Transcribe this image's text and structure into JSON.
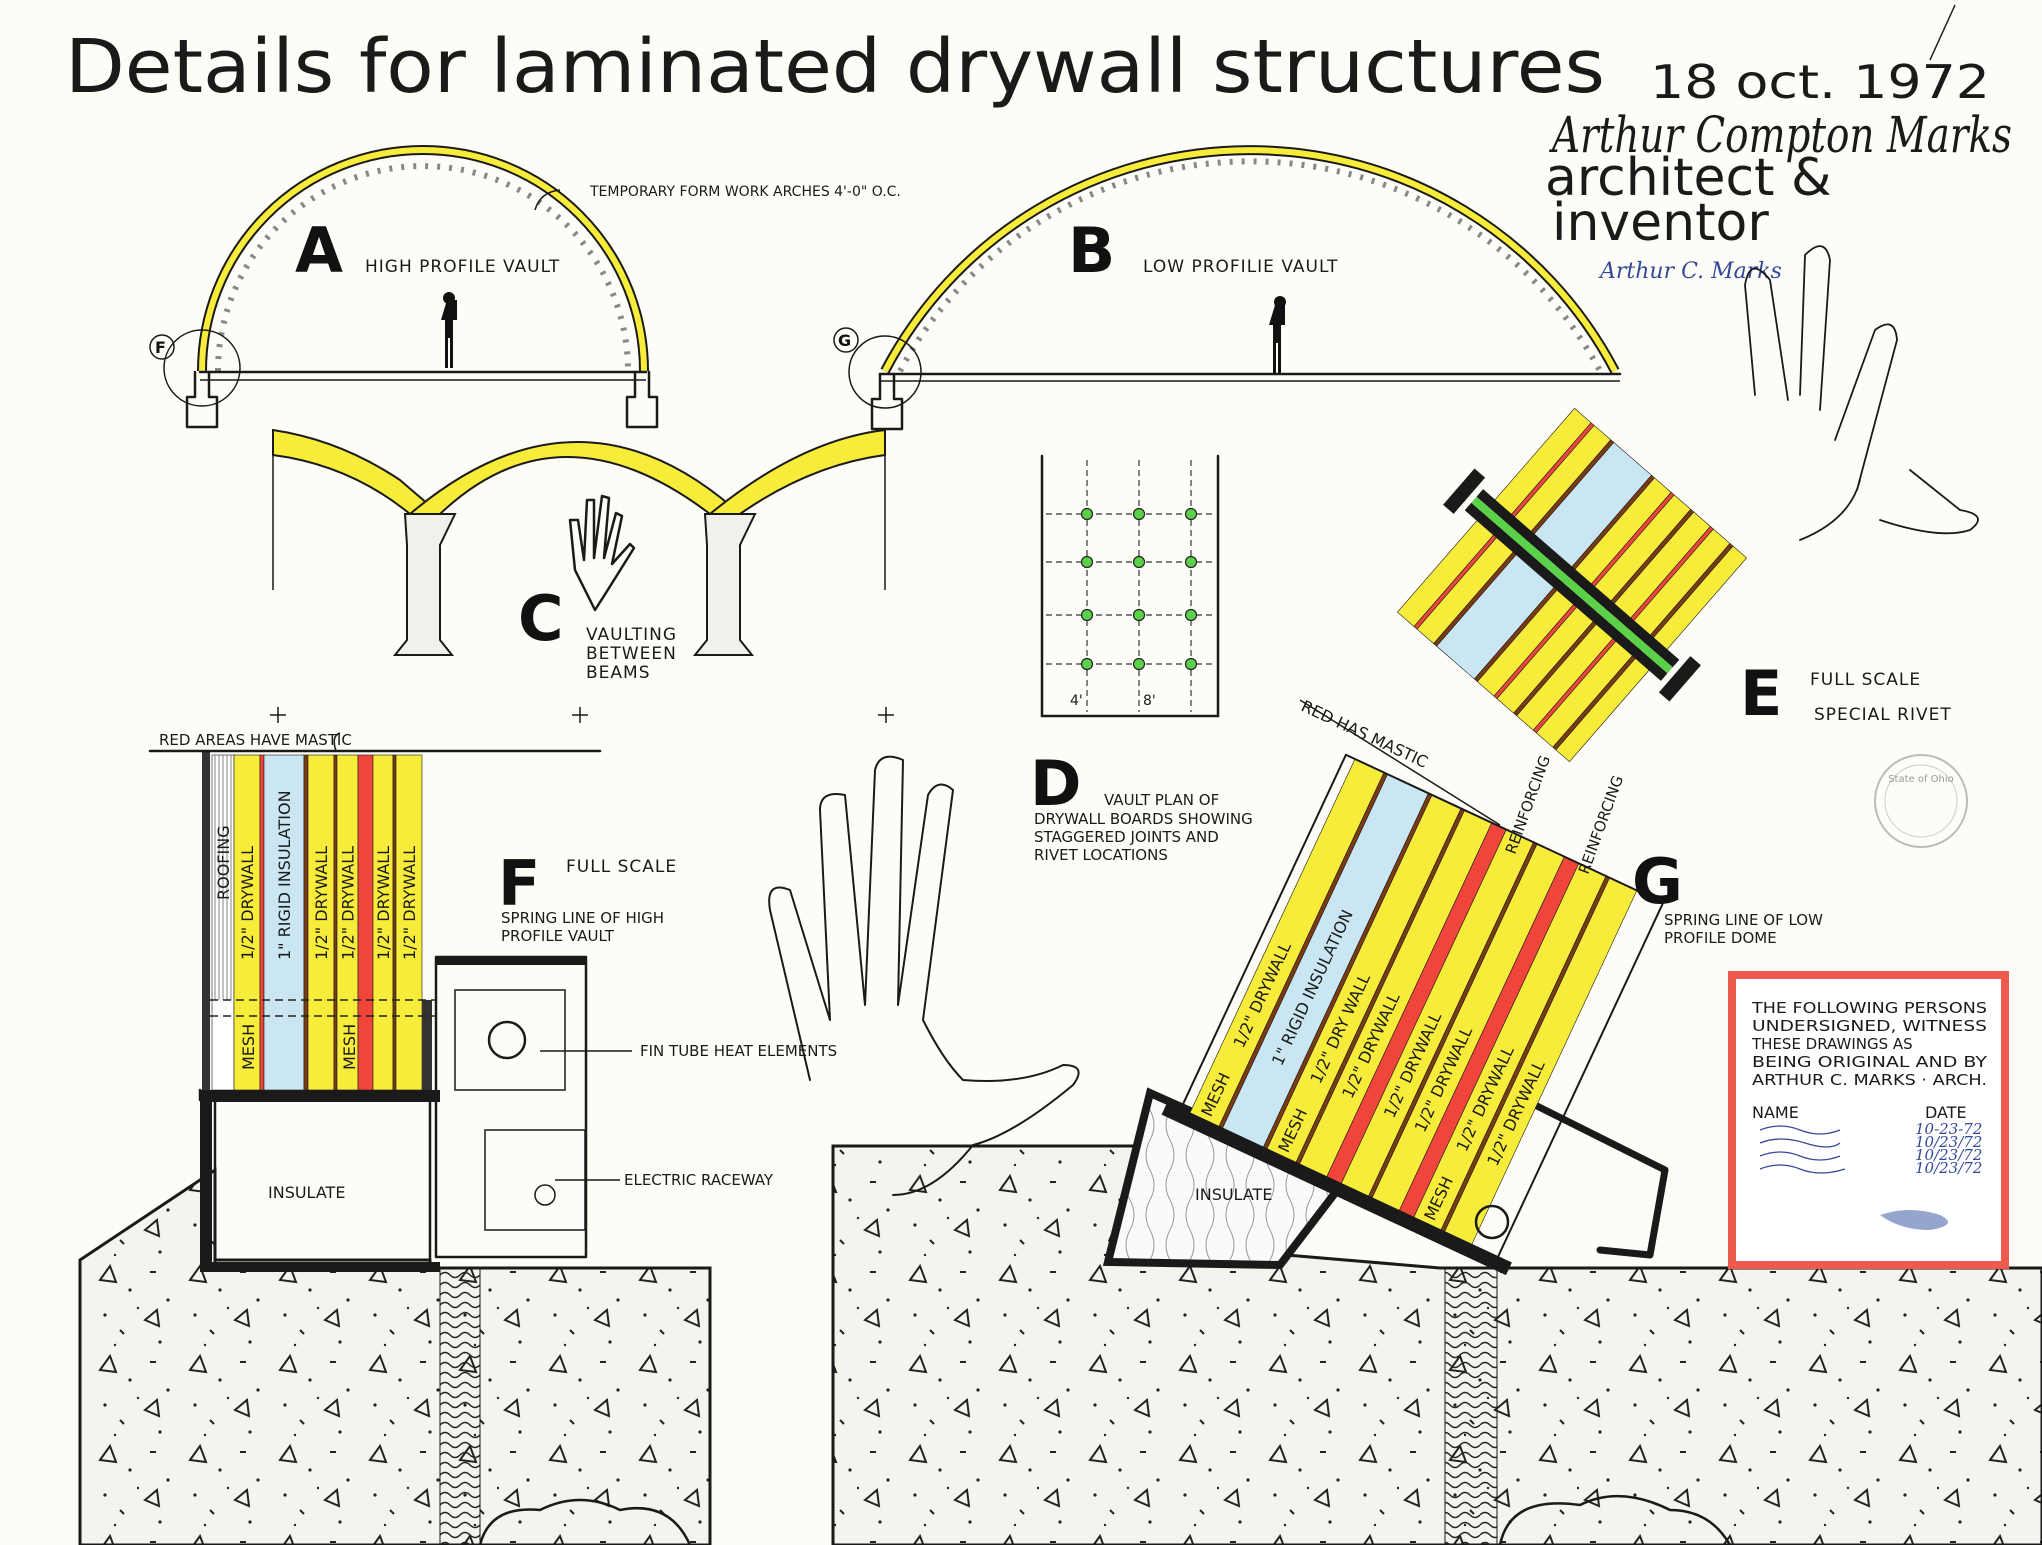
{
  "title": "Details for laminated drywall structures",
  "date": "18 oct. 1972",
  "author": {
    "name": "Arthur Compton Marks",
    "line2": "architect   &",
    "line3": "inventor",
    "signature": "Arthur C. Marks"
  },
  "detail_a": {
    "letter": "A",
    "caption": "High profile vault"
  },
  "detail_b": {
    "letter": "B",
    "caption": "Low profilie vault"
  },
  "formwork_note": "Temporary form work arches 4'-0\" o.c.",
  "markers": {
    "f": "F",
    "g": "G"
  },
  "detail_c": {
    "letter": "C",
    "caption_1": "Vaulting",
    "caption_2": "between",
    "caption_3": "beams"
  },
  "detail_d": {
    "letter": "D",
    "caption_1": "Vault plan of",
    "caption_2": "drywall boards showing",
    "caption_3": "staggered joints and",
    "caption_4": "rivet locations",
    "dim_1": "4'",
    "dim_2": "8'"
  },
  "detail_e": {
    "letter": "E",
    "caption_1": "Full scale",
    "caption_2": "special rivet"
  },
  "detail_f": {
    "letter": "F",
    "caption_1": "Full scale",
    "caption_2": "Spring line of high",
    "caption_3": "profile vault",
    "mastic_note": "Red areas have mastic",
    "layers": [
      "Roofing",
      "1/2\" drywall",
      "1\" rigid insulation",
      "1/2\" drywall",
      "1/2\" drywall",
      "1/2\" drywall",
      "1/2\" drywall"
    ],
    "mesh_1": "Mesh",
    "mesh_2": "Mesh",
    "insulate": "Insulate",
    "fin_tube": "Fin tube heat elements",
    "raceway": "Electric raceway"
  },
  "detail_g": {
    "letter": "G",
    "caption_1": "Spring line of low",
    "caption_2": "profile dome",
    "mastic_note": "Red has mastic",
    "reinforcing_1": "Reinforcing",
    "reinforcing_2": "Reinforcing",
    "layers": [
      "Mesh",
      "1/2\" drywall",
      "1\" rigid insulation",
      "Mesh",
      "1/2\" dry wall",
      "1/2\" drywall",
      "1/2\" drywall",
      "1/2\" drywall",
      "1/2\" drywall",
      "1/2\" drywall",
      "Mesh"
    ],
    "insulate": "Insulate"
  },
  "witness_box": {
    "lines": [
      "The following persons",
      "undersigned, witness",
      "these drawings as",
      "being original and by",
      "Arthur C. Marks · Arch."
    ],
    "name_header": "Name",
    "date_header": "Date",
    "dates": [
      "10-23-72",
      "10/23/72",
      "10/23/72",
      "10/23/72"
    ]
  },
  "seal": {
    "text": "State of Ohio"
  },
  "colors": {
    "yellow": "#f7ec3a",
    "red": "#f0453a",
    "blue": "#c9e6f2",
    "brown": "#7a3b12",
    "green": "#5bd14a",
    "box_border": "#ef5a4e",
    "paper": "#fdfcf7"
  }
}
